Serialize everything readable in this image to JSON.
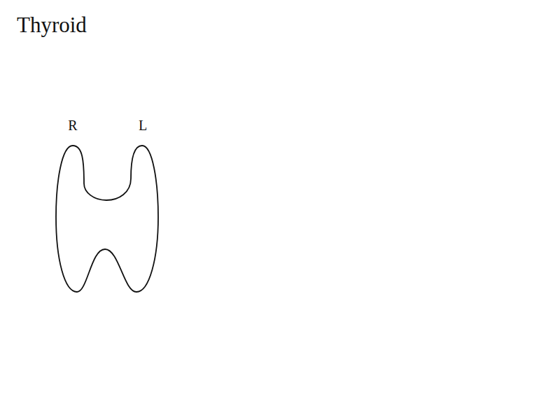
{
  "diagram": {
    "title": "Thyroid",
    "labels": [
      "R",
      "L"
    ]
  }
}
